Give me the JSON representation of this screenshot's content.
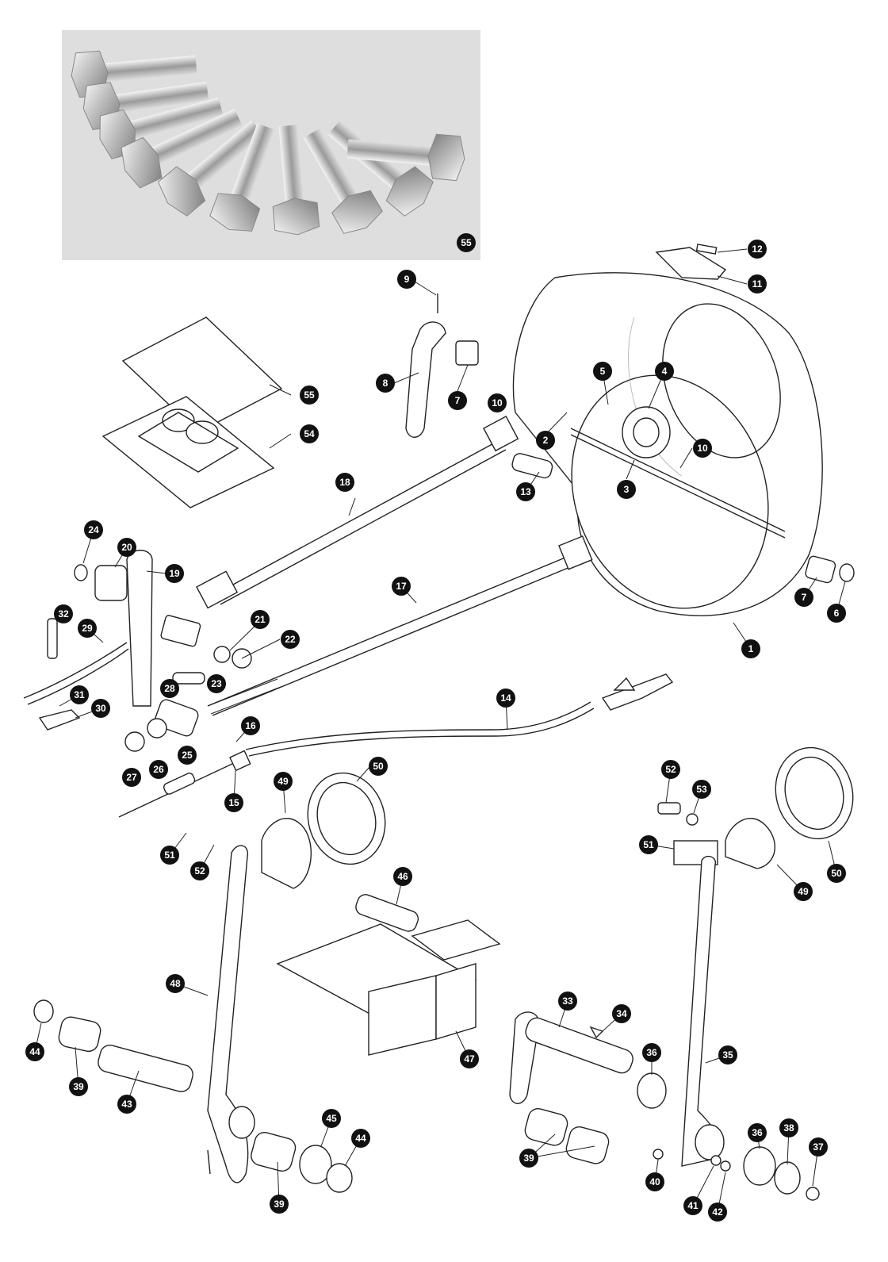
{
  "callouts": [
    {
      "id": "c55p",
      "label": "55"
    },
    {
      "id": "c12",
      "label": "12"
    },
    {
      "id": "c11",
      "label": "11"
    },
    {
      "id": "c9",
      "label": "9"
    },
    {
      "id": "c8",
      "label": "8"
    },
    {
      "id": "c7a",
      "label": "7"
    },
    {
      "id": "c10a",
      "label": "10"
    },
    {
      "id": "c2",
      "label": "2"
    },
    {
      "id": "c5",
      "label": "5"
    },
    {
      "id": "c4",
      "label": "4"
    },
    {
      "id": "c10b",
      "label": "10"
    },
    {
      "id": "c3",
      "label": "3"
    },
    {
      "id": "c13",
      "label": "13"
    },
    {
      "id": "c55",
      "label": "55"
    },
    {
      "id": "c54",
      "label": "54"
    },
    {
      "id": "c18",
      "label": "18"
    },
    {
      "id": "c24",
      "label": "24"
    },
    {
      "id": "c20",
      "label": "20"
    },
    {
      "id": "c19",
      "label": "19"
    },
    {
      "id": "c17",
      "label": "17"
    },
    {
      "id": "c32",
      "label": "32"
    },
    {
      "id": "c29",
      "label": "29"
    },
    {
      "id": "c21",
      "label": "21"
    },
    {
      "id": "c22",
      "label": "22"
    },
    {
      "id": "c23",
      "label": "23"
    },
    {
      "id": "c28",
      "label": "28"
    },
    {
      "id": "c31",
      "label": "31"
    },
    {
      "id": "c30",
      "label": "30"
    },
    {
      "id": "c1",
      "label": "1"
    },
    {
      "id": "c7b",
      "label": "7"
    },
    {
      "id": "c6",
      "label": "6"
    },
    {
      "id": "c14",
      "label": "14"
    },
    {
      "id": "c16",
      "label": "16"
    },
    {
      "id": "c25",
      "label": "25"
    },
    {
      "id": "c26",
      "label": "26"
    },
    {
      "id": "c27",
      "label": "27"
    },
    {
      "id": "c15",
      "label": "15"
    },
    {
      "id": "c50a",
      "label": "50"
    },
    {
      "id": "c49a",
      "label": "49"
    },
    {
      "id": "c52a",
      "label": "52"
    },
    {
      "id": "c53",
      "label": "53"
    },
    {
      "id": "c51a",
      "label": "51"
    },
    {
      "id": "c52b",
      "label": "52"
    },
    {
      "id": "c51b",
      "label": "51"
    },
    {
      "id": "c49b",
      "label": "49"
    },
    {
      "id": "c50b",
      "label": "50"
    },
    {
      "id": "c46",
      "label": "46"
    },
    {
      "id": "c48",
      "label": "48"
    },
    {
      "id": "c44a",
      "label": "44"
    },
    {
      "id": "c39a",
      "label": "39"
    },
    {
      "id": "c43",
      "label": "43"
    },
    {
      "id": "c47",
      "label": "47"
    },
    {
      "id": "c33",
      "label": "33"
    },
    {
      "id": "c34",
      "label": "34"
    },
    {
      "id": "c36a",
      "label": "36"
    },
    {
      "id": "c35",
      "label": "35"
    },
    {
      "id": "c45",
      "label": "45"
    },
    {
      "id": "c44b",
      "label": "44"
    },
    {
      "id": "c39b",
      "label": "39"
    },
    {
      "id": "c39c",
      "label": "39"
    },
    {
      "id": "c40",
      "label": "40"
    },
    {
      "id": "c36b",
      "label": "36"
    },
    {
      "id": "c38",
      "label": "38"
    },
    {
      "id": "c37",
      "label": "37"
    },
    {
      "id": "c41",
      "label": "41"
    },
    {
      "id": "c42",
      "label": "42"
    }
  ]
}
